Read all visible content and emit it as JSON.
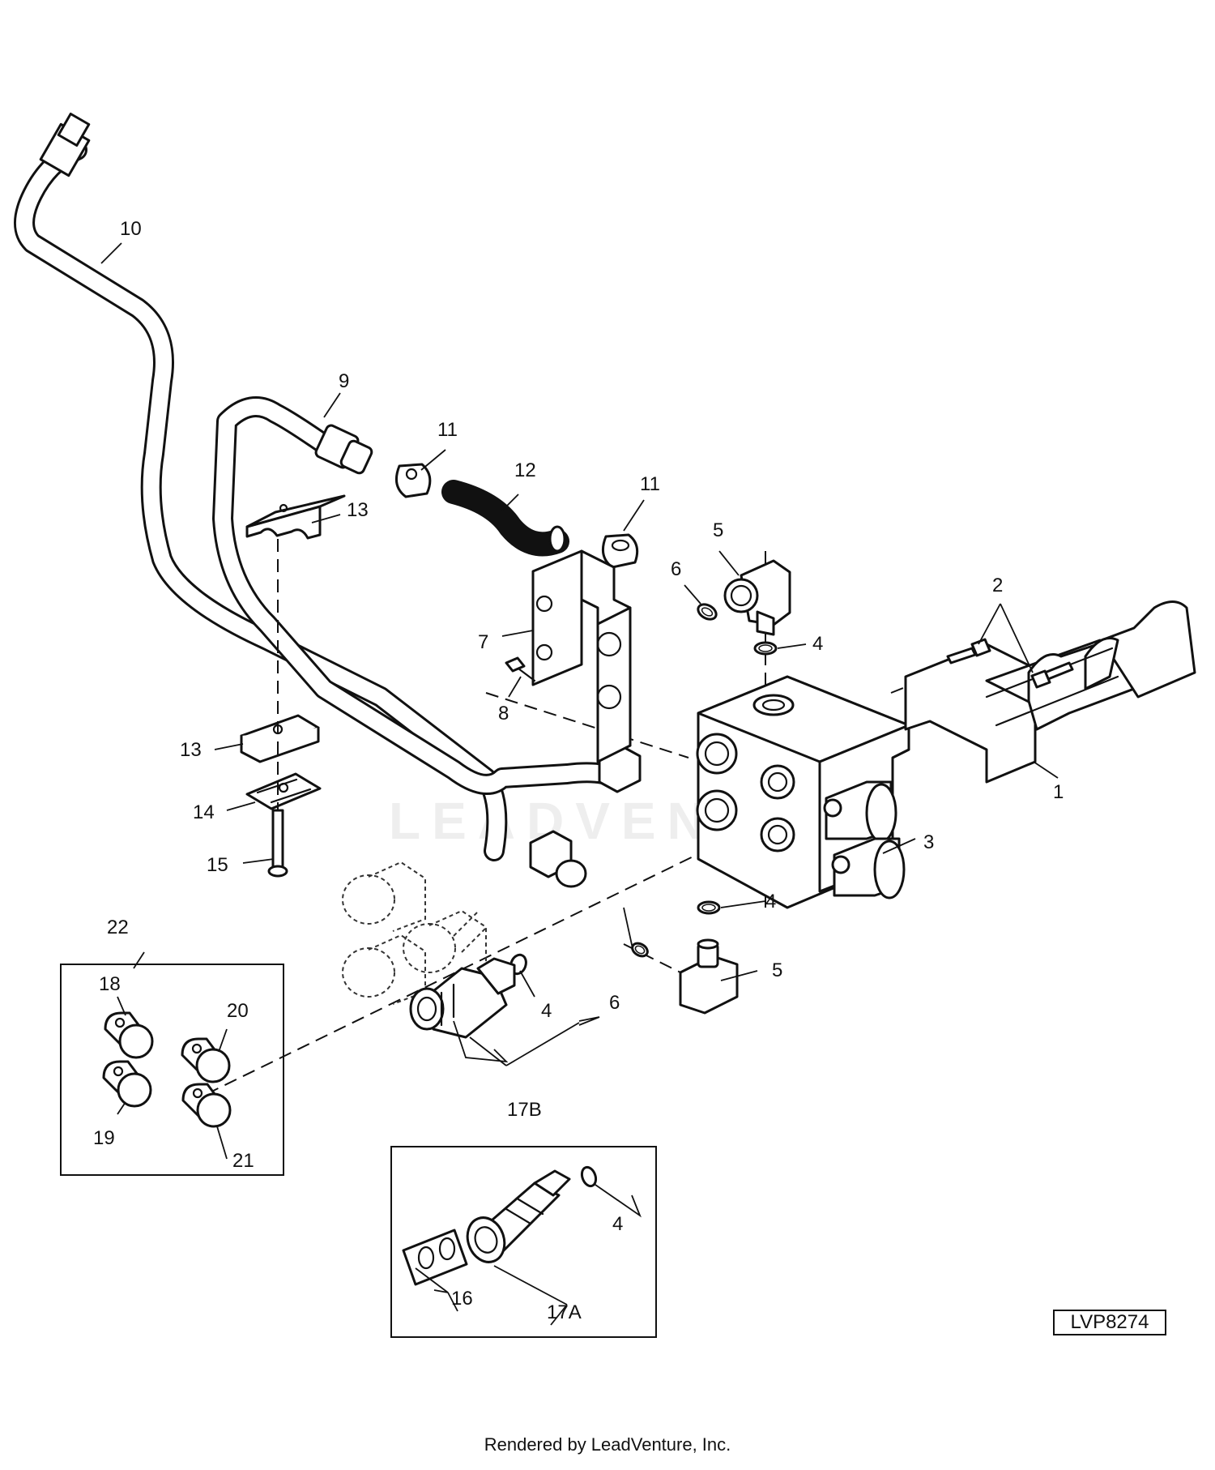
{
  "watermark": "LEADVENTURE",
  "figure_id": "LVP8274",
  "footer": "Rendered by LeadVenture, Inc.",
  "callouts": {
    "c1": "1",
    "c2": "2",
    "c3": "3",
    "c4a": "4",
    "c4b": "4",
    "c4c": "4",
    "c4d": "4",
    "c5a": "5",
    "c5b": "5",
    "c6a": "6",
    "c6b": "6",
    "c7": "7",
    "c8": "8",
    "c9": "9",
    "c10": "10",
    "c11a": "11",
    "c11b": "11",
    "c12": "12",
    "c13a": "13",
    "c13b": "13",
    "c14": "14",
    "c15": "15",
    "c16": "16",
    "c17a": "17A",
    "c17b": "17B",
    "c18": "18",
    "c19": "19",
    "c20": "20",
    "c21": "21",
    "c22": "22"
  }
}
